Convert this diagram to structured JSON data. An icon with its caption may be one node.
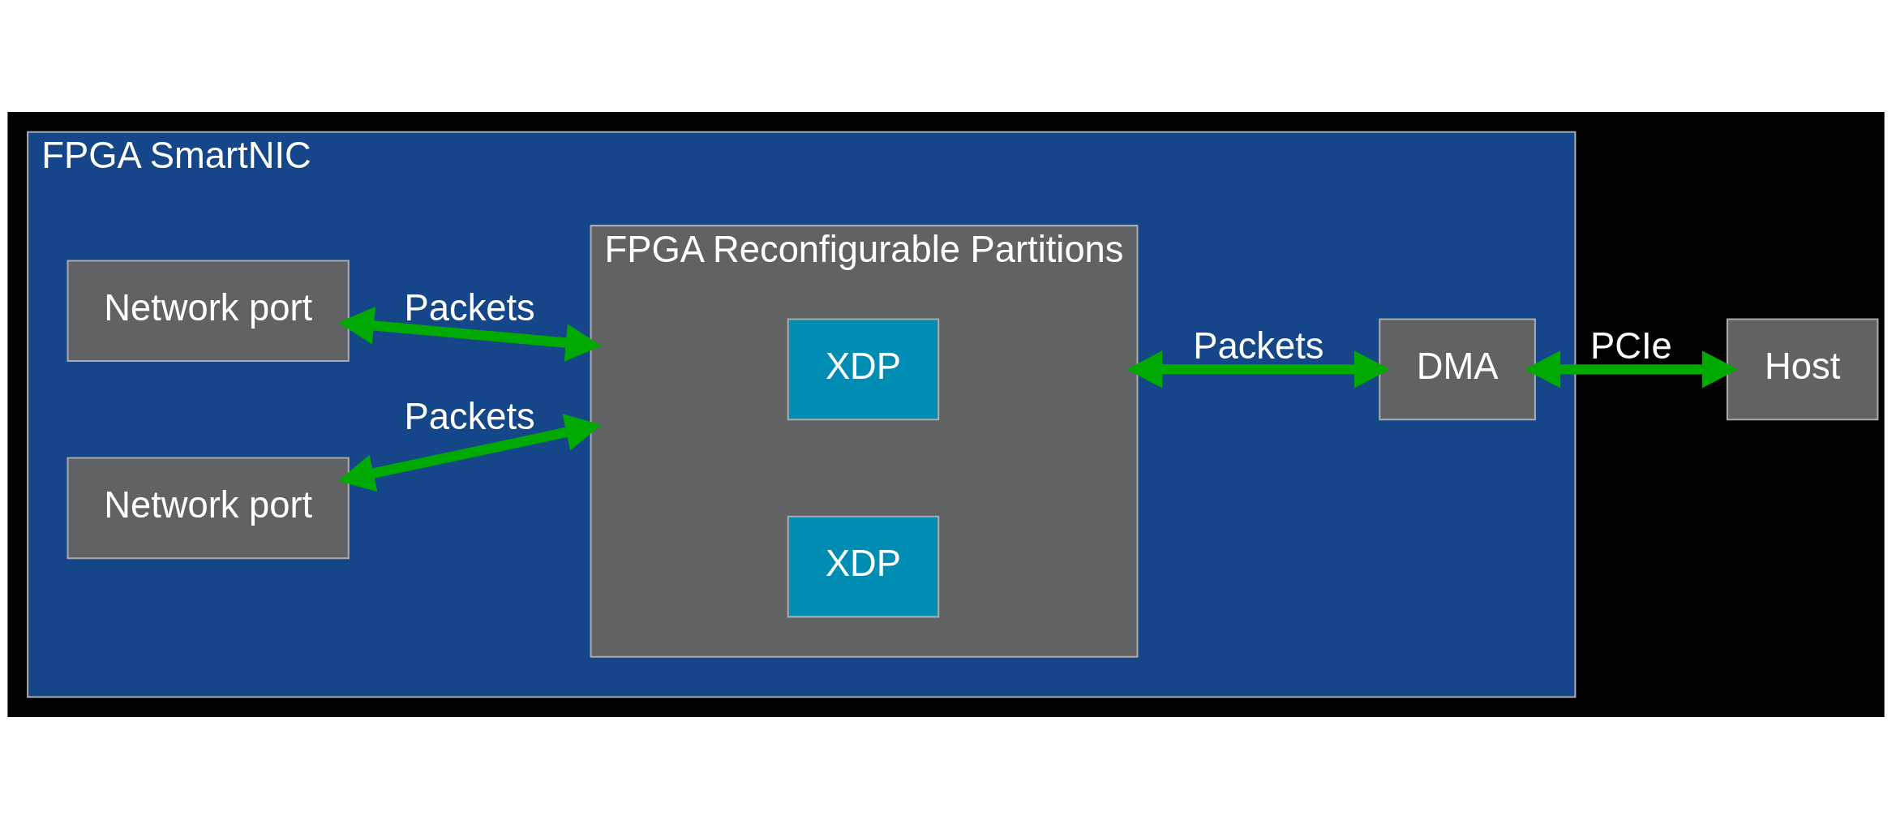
{
  "diagram": {
    "nodes": [
      {
        "text": [
          "FPGA SmartNIC"
        ]
      },
      {
        "text": [
          "Network port"
        ],
        "in": 0
      },
      {
        "text": [
          "Network port"
        ],
        "in": 0
      },
      {
        "text": [
          "FPGA Reconfigurable Partitions"
        ],
        "in": 0
      },
      {
        "text": [
          "XDP"
        ],
        "in": 3
      },
      {
        "text": [
          "XDP"
        ],
        "in": 3
      },
      {
        "text": [
          "DMA"
        ],
        "in": 0
      },
      {
        "text": [
          "Host"
        ]
      }
    ],
    "edges": [
      {
        "from": 1,
        "to": 3,
        "arrow": "both",
        "label": "Packets"
      },
      {
        "from": 2,
        "to": 3,
        "arrow": "both",
        "label": "Packets"
      },
      {
        "from": 3,
        "to": 6,
        "arrow": "both",
        "label": "Packets"
      },
      {
        "from": 6,
        "to": 7,
        "arrow": "both",
        "label": "PCIe"
      }
    ]
  }
}
